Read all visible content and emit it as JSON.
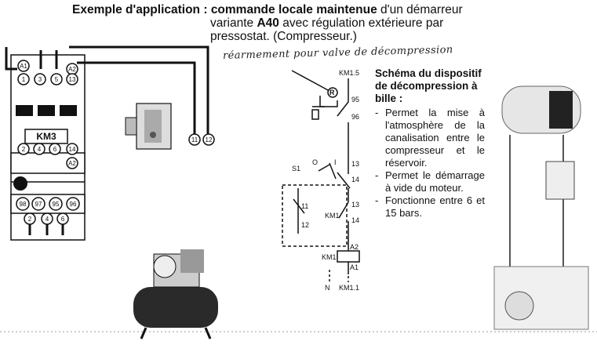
{
  "header": {
    "label": "Exemple d'application :",
    "title_bold": "commande locale maintenue",
    "title_rest": " d'un démarreur",
    "line2_pre": "variante ",
    "line2_bold": "A40",
    "line2_post": " avec régulation extérieure par",
    "line3": "pressostat. (Compresseur.)"
  },
  "handwritten_note": "réarmement pour valve de décompression",
  "description": {
    "title": "Schéma du dispositif de décompression à bille :",
    "bullets": [
      "Permet la mise à l'atmosphère de la canalisation entre le compresseur et le réservoir.",
      "Permet le démarrage à vide du moteur.",
      "Fonctionne entre 6 et 15 bars."
    ]
  },
  "contactor": {
    "top_terminals": [
      "A1",
      "1",
      "3",
      "5",
      "A2",
      "13"
    ],
    "name": "KM3",
    "mid_terminals": [
      "2",
      "4",
      "6",
      "14",
      "A2"
    ],
    "relay_terminals": [
      "98",
      "97",
      "95",
      "96"
    ],
    "bottom_terminals": [
      "2",
      "4",
      "6"
    ]
  },
  "pressostat": {
    "terminals": [
      "11",
      "12"
    ]
  },
  "schematic": {
    "top_label": "KM1.5",
    "r_label": "R",
    "n95": "95",
    "n96": "96",
    "s1": "S1",
    "o": "O",
    "i": "I",
    "n13a": "13",
    "n14a": "14",
    "n11": "11",
    "n12": "12",
    "km1": "KM1",
    "n13b": "13",
    "n14b": "14",
    "coil": "KM1",
    "a2": "A2",
    "a1": "A1",
    "n": "N",
    "bottom": "KM1.1"
  }
}
